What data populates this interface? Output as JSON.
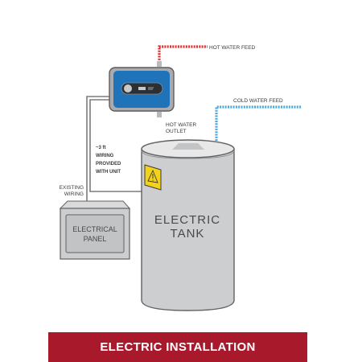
{
  "labels": {
    "hot_water_feed": "HOT WATER FEED",
    "cold_water_feed": "COLD WATER FEED",
    "hot_water_outlet_line1": "HOT WATER",
    "hot_water_outlet_line2": "OUTLET",
    "wiring_line1": "~3 ft",
    "wiring_line2": "WIRING",
    "wiring_line3": "PROVIDED",
    "wiring_line4": "WITH UNIT",
    "existing_line1": "EXISTING",
    "existing_line2": "WIRING",
    "tank_line1": "ELECTRIC",
    "tank_line2": "TANK",
    "panel_line1": "ELECTRICAL",
    "panel_line2": "PANEL"
  },
  "banner": {
    "title": "ELECTRIC INSTALLATION"
  },
  "colors": {
    "hot_pipe": "#e52d2d",
    "cold_pipe": "#4aa8e0",
    "outlet_pipe_top": "#f2a12f",
    "heater_body": "#1f73b9",
    "tank_fill": "#cdced0",
    "warning_label": "#f2d21b",
    "banner": "#a8192b"
  },
  "icons": {
    "warning": "high-voltage-warning-icon"
  }
}
